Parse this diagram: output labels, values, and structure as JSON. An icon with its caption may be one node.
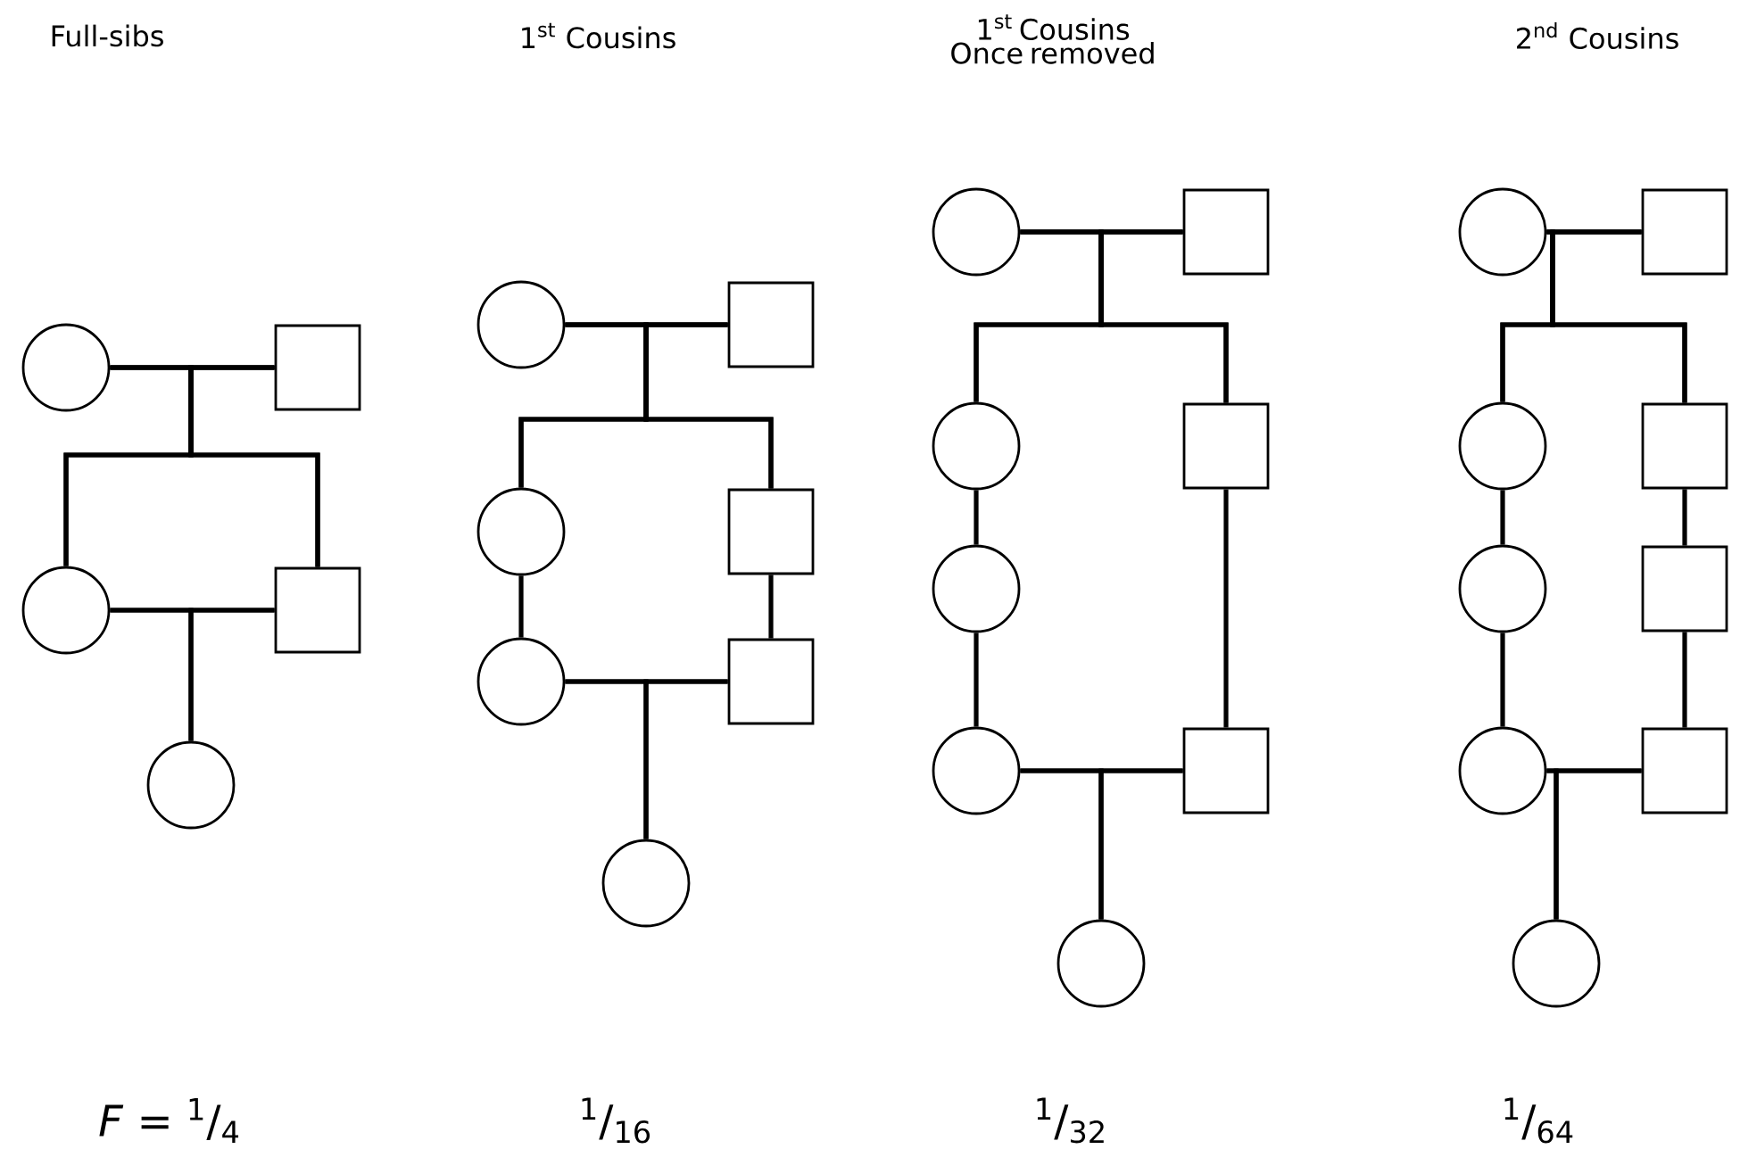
{
  "diagram": {
    "nodes": [
      {
        "text": [],
        "shape": "circle"
      },
      {
        "text": [],
        "shape": "box"
      },
      {
        "text": [],
        "shape": "circle"
      },
      {
        "text": [],
        "shape": "box"
      },
      {
        "text": [],
        "shape": "circle"
      },
      {
        "text": [],
        "shape": "circle"
      },
      {
        "text": [],
        "shape": "box"
      },
      {
        "text": [],
        "shape": "circle"
      },
      {
        "text": [],
        "shape": "box"
      },
      {
        "text": [],
        "shape": "circle"
      },
      {
        "text": [],
        "shape": "box"
      },
      {
        "text": [],
        "shape": "circle"
      },
      {
        "text": [],
        "shape": "circle"
      },
      {
        "text": [],
        "shape": "box"
      },
      {
        "text": [],
        "shape": "circle"
      },
      {
        "text": [],
        "shape": "box"
      },
      {
        "text": [],
        "shape": "circle"
      },
      {
        "text": [],
        "shape": "circle"
      },
      {
        "text": [],
        "shape": "box"
      },
      {
        "text": [],
        "shape": "circle"
      },
      {
        "text": [],
        "shape": "circle"
      },
      {
        "text": [],
        "shape": "box"
      },
      {
        "text": [],
        "shape": "circle"
      },
      {
        "text": [],
        "shape": "box"
      },
      {
        "text": [],
        "shape": "circle"
      },
      {
        "text": [],
        "shape": "box"
      },
      {
        "text": [],
        "shape": "circle"
      },
      {
        "text": [],
        "shape": "box"
      },
      {
        "text": [],
        "shape": "circle"
      }
    ],
    "edges": [
      {
        "from": 0,
        "to": 1,
        "arrow": "none"
      },
      {
        "from": 0,
        "to": 2,
        "arrow": "none"
      },
      {
        "from": 1,
        "to": 2,
        "arrow": "none"
      },
      {
        "from": 0,
        "to": 3,
        "arrow": "none"
      },
      {
        "from": 1,
        "to": 3,
        "arrow": "none"
      },
      {
        "from": 2,
        "to": 3,
        "arrow": "none"
      },
      {
        "from": 2,
        "to": 4,
        "arrow": "none"
      },
      {
        "from": 3,
        "to": 4,
        "arrow": "none"
      },
      {
        "from": 5,
        "to": 6,
        "arrow": "none"
      },
      {
        "from": 5,
        "to": 7,
        "arrow": "none"
      },
      {
        "from": 6,
        "to": 7,
        "arrow": "none"
      },
      {
        "from": 5,
        "to": 8,
        "arrow": "none"
      },
      {
        "from": 6,
        "to": 8,
        "arrow": "none"
      },
      {
        "from": 7,
        "to": 9,
        "arrow": "none"
      },
      {
        "from": 8,
        "to": 10,
        "arrow": "none"
      },
      {
        "from": 9,
        "to": 10,
        "arrow": "none"
      },
      {
        "from": 9,
        "to": 11,
        "arrow": "none"
      },
      {
        "from": 10,
        "to": 11,
        "arrow": "none"
      },
      {
        "from": 12,
        "to": 13,
        "arrow": "none"
      },
      {
        "from": 12,
        "to": 14,
        "arrow": "none"
      },
      {
        "from": 13,
        "to": 14,
        "arrow": "none"
      },
      {
        "from": 12,
        "to": 15,
        "arrow": "none"
      },
      {
        "from": 13,
        "to": 15,
        "arrow": "none"
      },
      {
        "from": 14,
        "to": 16,
        "arrow": "none"
      },
      {
        "from": 16,
        "to": 17,
        "arrow": "none"
      },
      {
        "from": 15,
        "to": 18,
        "arrow": "none"
      },
      {
        "from": 17,
        "to": 18,
        "arrow": "none"
      },
      {
        "from": 17,
        "to": 19,
        "arrow": "none"
      },
      {
        "from": 18,
        "to": 19,
        "arrow": "none"
      },
      {
        "from": 20,
        "to": 21,
        "arrow": "none"
      },
      {
        "from": 20,
        "to": 22,
        "arrow": "none"
      },
      {
        "from": 21,
        "to": 22,
        "arrow": "none"
      },
      {
        "from": 20,
        "to": 23,
        "arrow": "none"
      },
      {
        "from": 21,
        "to": 23,
        "arrow": "none"
      },
      {
        "from": 22,
        "to": 24,
        "arrow": "none"
      },
      {
        "from": 24,
        "to": 26,
        "arrow": "none"
      },
      {
        "from": 23,
        "to": 25,
        "arrow": "none"
      },
      {
        "from": 25,
        "to": 27,
        "arrow": "none"
      },
      {
        "from": 26,
        "to": 27,
        "arrow": "none"
      },
      {
        "from": 26,
        "to": 28,
        "arrow": "none"
      },
      {
        "from": 27,
        "to": 28,
        "arrow": "none"
      }
    ],
    "labels": [
      "Full-sibs",
      "1$^{st}$ Cousins",
      "1$^{st}$ Cousins Once removed",
      "2$^{nd}$ Cousins",
      "*F* = $^{1}$/$_{4}$",
      "$^{1}$/$_{16}$",
      "$^{1}$/$_{32}$",
      "$^{1}$/$_{64}$"
    ]
  }
}
